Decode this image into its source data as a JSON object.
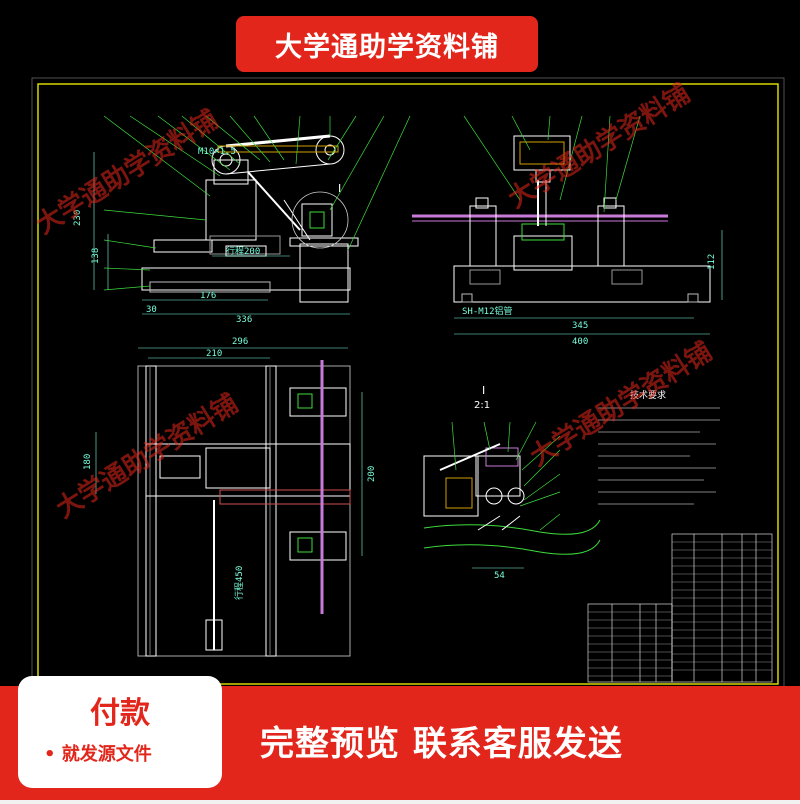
{
  "banner": {
    "title": "大学通助学资料铺"
  },
  "watermark": {
    "text": "大学通助学资料铺"
  },
  "drawing": {
    "top_left_dims": [
      "176",
      "336",
      "30",
      "230",
      "138"
    ],
    "top_left_labels": [
      "M10×1.5",
      "行程200"
    ],
    "top_right_dims": [
      "345",
      "400",
      "112"
    ],
    "top_right_labels": [
      "SH-M12铝管"
    ],
    "bottom_left_dims": [
      "296",
      "210",
      "180",
      "200",
      "行程450"
    ],
    "section_label": "I",
    "section_scale": "2:1",
    "detail_dims": [
      "54"
    ],
    "notes_title": "技术要求"
  },
  "footer": {
    "pay_title": "付款",
    "pay_sub": "• 就发源文件",
    "cta": "完整预览  联系客服发送"
  },
  "colors": {
    "banner_red": "#e3261b",
    "cad_background": "#000000",
    "frame_yellow": "#e6e600",
    "line_white": "#ffffff",
    "leader_green": "#3ddc3d"
  }
}
